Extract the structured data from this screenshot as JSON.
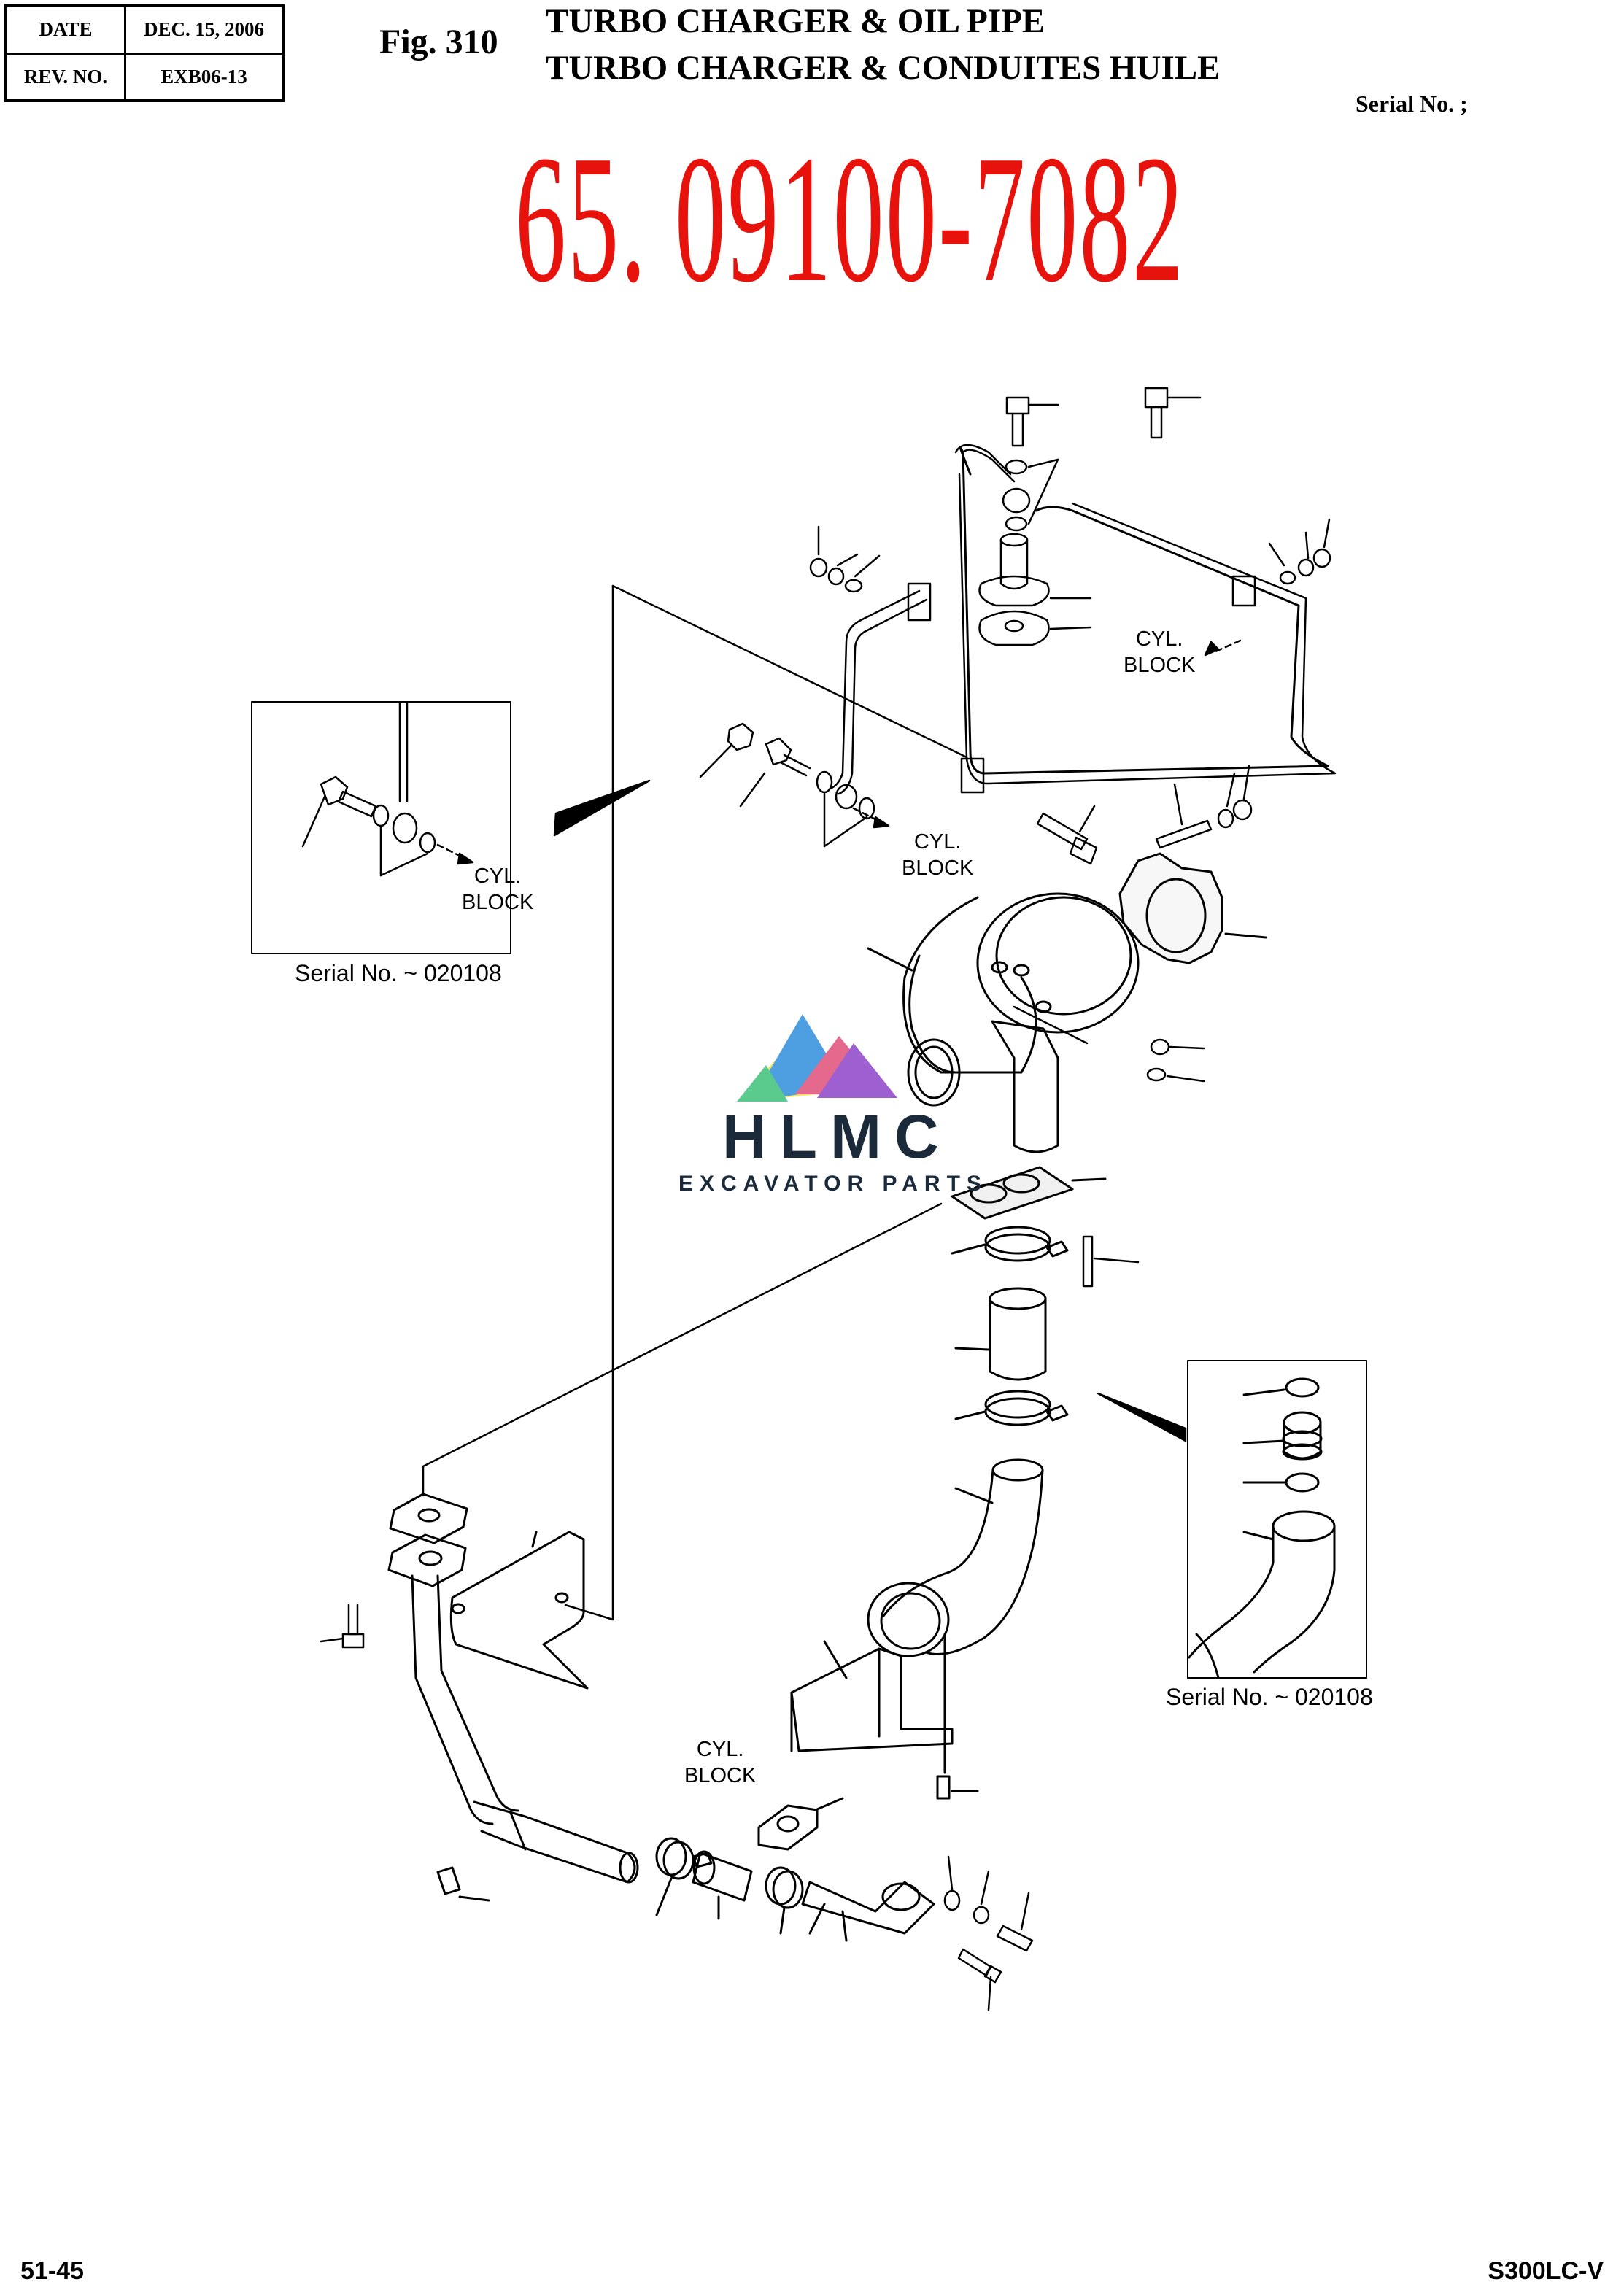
{
  "header": {
    "date_label": "DATE",
    "date_value": "DEC. 15, 2006",
    "rev_label": "REV. NO.",
    "rev_value": "EXB06-13",
    "fig_number": "Fig. 310",
    "title_en": "TURBO CHARGER & OIL PIPE",
    "title_fr": "TURBO CHARGER & CONDUITES HUILE",
    "serial_label": "Serial No. ;"
  },
  "part_number": "65. 09100-7082",
  "labels": {
    "cyl_block": "CYL.",
    "cyl_block_2": "BLOCK"
  },
  "insets": {
    "left_serial": "Serial No. ~ 020108",
    "right_serial": "Serial No. ~ 020108"
  },
  "watermark": {
    "brand": "HLMC",
    "tagline": "EXCAVATOR PARTS",
    "colors": [
      "#2f8fdc",
      "#e0507a",
      "#8e44c8",
      "#f3e24a",
      "#3fc27a"
    ]
  },
  "footer": {
    "page": "51-45",
    "model": "S300LC-V"
  }
}
